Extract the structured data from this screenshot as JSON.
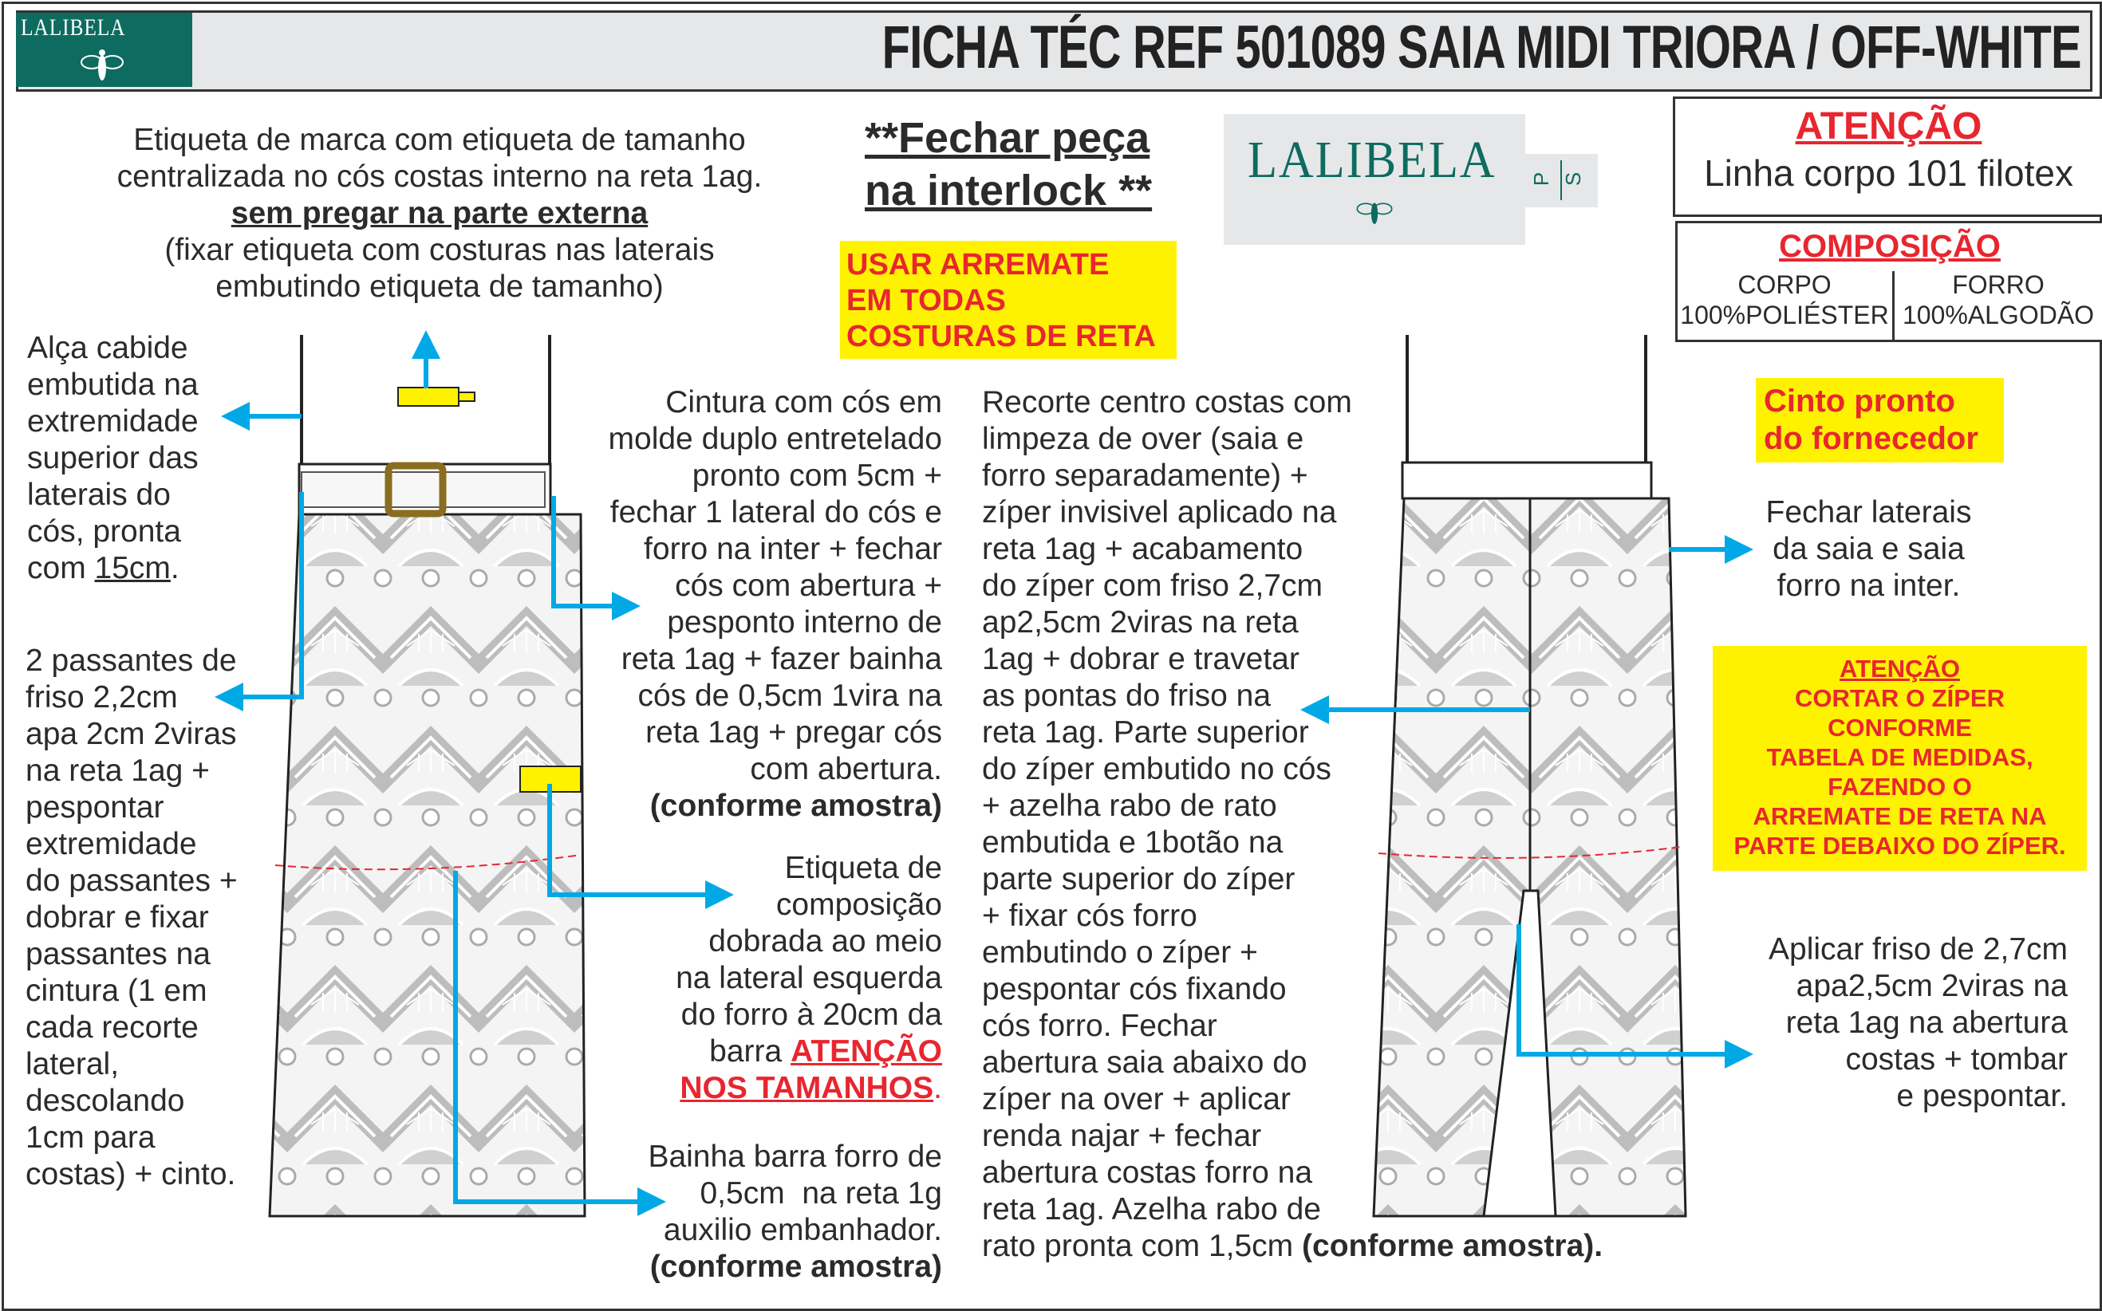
{
  "header": {
    "brand": "LALIBELA",
    "title": "FICHA TÉC REF 501089 SAIA MIDI TRIORA / OFF-WHITE"
  },
  "logo_center": {
    "brand": "LALIBELA",
    "p": "P",
    "s": "S"
  },
  "notes": {
    "etiqueta_marca": {
      "line1": "Etiqueta de marca com etiqueta de tamanho\ncentralizada no cós costas interno na reta 1ag.",
      "emphasis": "sem pregar na parte externa",
      "line2": "(fixar etiqueta com costuras nas laterais\nembutindo etiqueta de tamanho)"
    },
    "fechar_peca": {
      "line1": "**Fechar peça",
      "line2": "na interlock **"
    },
    "usar_arremate": "USAR ARREMATE\nEM TODAS\nCOSTURAS DE RETA",
    "alca": {
      "text": "Alça cabide\nembutida na\nextremidade\nsuperior das\nlaterais do\ncós, pronta\ncom ",
      "measure": "15cm",
      "end": "."
    },
    "passantes": "2 passantes de\nfriso 2,2cm\napa 2cm 2viras\nna reta 1ag +\npespontar\nextremidade\ndo passantes +\ndobrar e fixar\npassantes na\ncintura (1 em\ncada recorte\nlateral,\ndescolando\n1cm para\ncostas) + cinto.",
    "cintura": {
      "text": "Cintura com cós em\nmolde duplo entretelado\npronto com 5cm +\nfechar 1 lateral do cós e\nforro na inter + fechar\ncós com abertura +\npesponto interno de\nreta 1ag + fazer bainha\ncós de 0,5cm 1vira na\nreta 1ag + pregar cós\ncom abertura.\n",
      "bold": "(conforme amostra)"
    },
    "etiqueta_composicao": {
      "text": "Etiqueta de\ncomposição\ndobrada ao meio\nna lateral esquerda\ndo forro à 20cm da\nbarra ",
      "warning": "ATENÇÃO\nNOS TAMANHOS",
      "end": "."
    },
    "bainha": {
      "text": "Bainha barra forro de\n0,5cm  na reta 1g\nauxilio embanhador.\n",
      "bold": "(conforme amostra)"
    },
    "recorte": {
      "text": "Recorte centro costas com\nlimpeza de over (saia e\nforro separadamente) +\nzíper invisivel aplicado na\nreta 1ag + acabamento\ndo zíper com friso 2,7cm\nap2,5cm 2viras na reta\n1ag + dobrar e travetar\nas pontas do friso na\nreta 1ag. Parte superior\ndo zíper embutido no cós\n+ azelha rabo de rato\nembutida e 1botão na\nparte superior do zíper\n+ fixar cós forro\nembutindo o zíper +\npespontar cós fixando\ncós forro. Fechar\nabertura saia abaixo do\nzíper na over + aplicar\nrenda najar + fechar\nabertura costas forro na\nreta 1ag. Azelha rabo de\nrato pronta com 1,5cm ",
      "bold": "(conforme amostra)."
    },
    "atencao_linha": {
      "title": "ATENÇÃO",
      "text": "Linha corpo 101 filotex"
    },
    "composicao": {
      "title": "COMPOSIÇÃO",
      "corpo_label": "CORPO",
      "corpo_value": "100%POLIÉSTER",
      "forro_label": "FORRO",
      "forro_value": "100%ALGODÃO"
    },
    "cinto": "Cinto pronto\ndo fornecedor",
    "fechar_laterais": "Fechar laterais\nda saia e saia\nforro na inter.",
    "atencao_ziper": {
      "title": "ATENÇÃO",
      "text": "CORTAR O ZÍPER\nCONFORME\nTABELA DE MEDIDAS,\nFAZENDO O\nARREMATE DE RETA NA\nPARTE DEBAIXO DO ZÍPER."
    },
    "aplicar_friso": "Aplicar friso de 2,7cm\napa2,5cm 2viras na\nreta 1ag na abertura\ncostas + tombar\ne pespontar."
  },
  "colors": {
    "brand": "#0e6b5f",
    "arrow": "#00a9e6",
    "warning": "#e8262f",
    "highlight": "#fff200"
  }
}
